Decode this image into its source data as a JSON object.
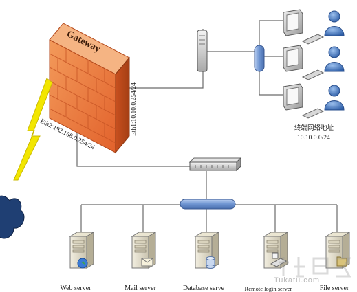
{
  "gateway": {
    "title": "Gateway",
    "eth1": "Eth1:10.10.0.254/24",
    "eth2": "Eth2:192.168.0.254/24"
  },
  "terminal_network": {
    "label_cn": "终端网络地址",
    "subnet": "10.10.0.0/24"
  },
  "servers": [
    {
      "label": "Web server",
      "icon": "globe-icon"
    },
    {
      "label": "Mail server",
      "icon": "mail-icon"
    },
    {
      "label": "Database serve",
      "icon": "database-icon"
    },
    {
      "label": "Remote login server",
      "icon": "keyboard-icon"
    },
    {
      "label": "File server",
      "icon": "folder-icon"
    }
  ],
  "watermark": {
    "text": "Tukatu.com"
  },
  "colors": {
    "firewall": "#e8733c",
    "hub": "#7b9fd4",
    "user": "#3b6fb8",
    "lightning": "#f2e600",
    "cloud": "#1f3f73"
  }
}
